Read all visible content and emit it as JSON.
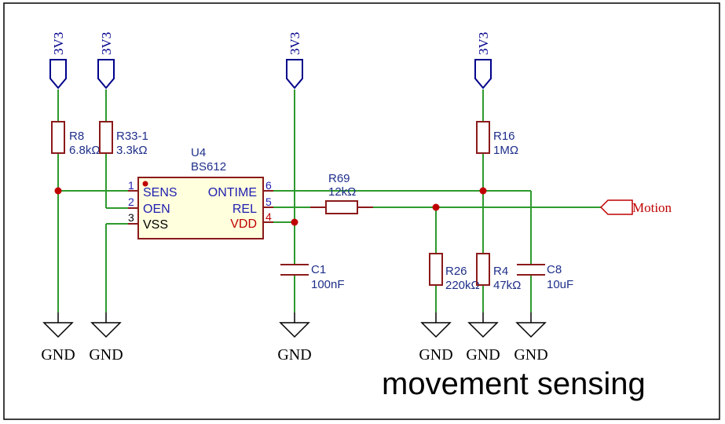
{
  "power_symbol": "3V3",
  "ground_symbol": "GND",
  "net_label": "Motion",
  "diagram_title": "movement sensing",
  "components": {
    "r8": {
      "ref": "R8",
      "value": "6.8kΩ"
    },
    "r33": {
      "ref": "R33-1",
      "value": "3.3kΩ"
    },
    "r16": {
      "ref": "R16",
      "value": "1MΩ"
    },
    "r69": {
      "ref": "R69",
      "value": "12kΩ"
    },
    "r26": {
      "ref": "R26",
      "value": "220kΩ"
    },
    "r4": {
      "ref": "R4",
      "value": "47kΩ"
    },
    "c1": {
      "ref": "C1",
      "value": "100nF"
    },
    "c8": {
      "ref": "C8",
      "value": "10uF"
    }
  },
  "ic": {
    "ref": "U4",
    "part": "BS612",
    "pins": [
      {
        "num": "1",
        "name": "SENS"
      },
      {
        "num": "2",
        "name": "OEN"
      },
      {
        "num": "3",
        "name": "VSS"
      },
      {
        "num": "6",
        "name": "ONTIME"
      },
      {
        "num": "5",
        "name": "REL"
      },
      {
        "num": "4",
        "name": "VDD"
      }
    ]
  },
  "colors": {
    "wire": "#2e9a2e",
    "component": "#8b1a1a",
    "power": "#00008b",
    "junction": "#c00000",
    "label_text": "#1f2f8a"
  }
}
